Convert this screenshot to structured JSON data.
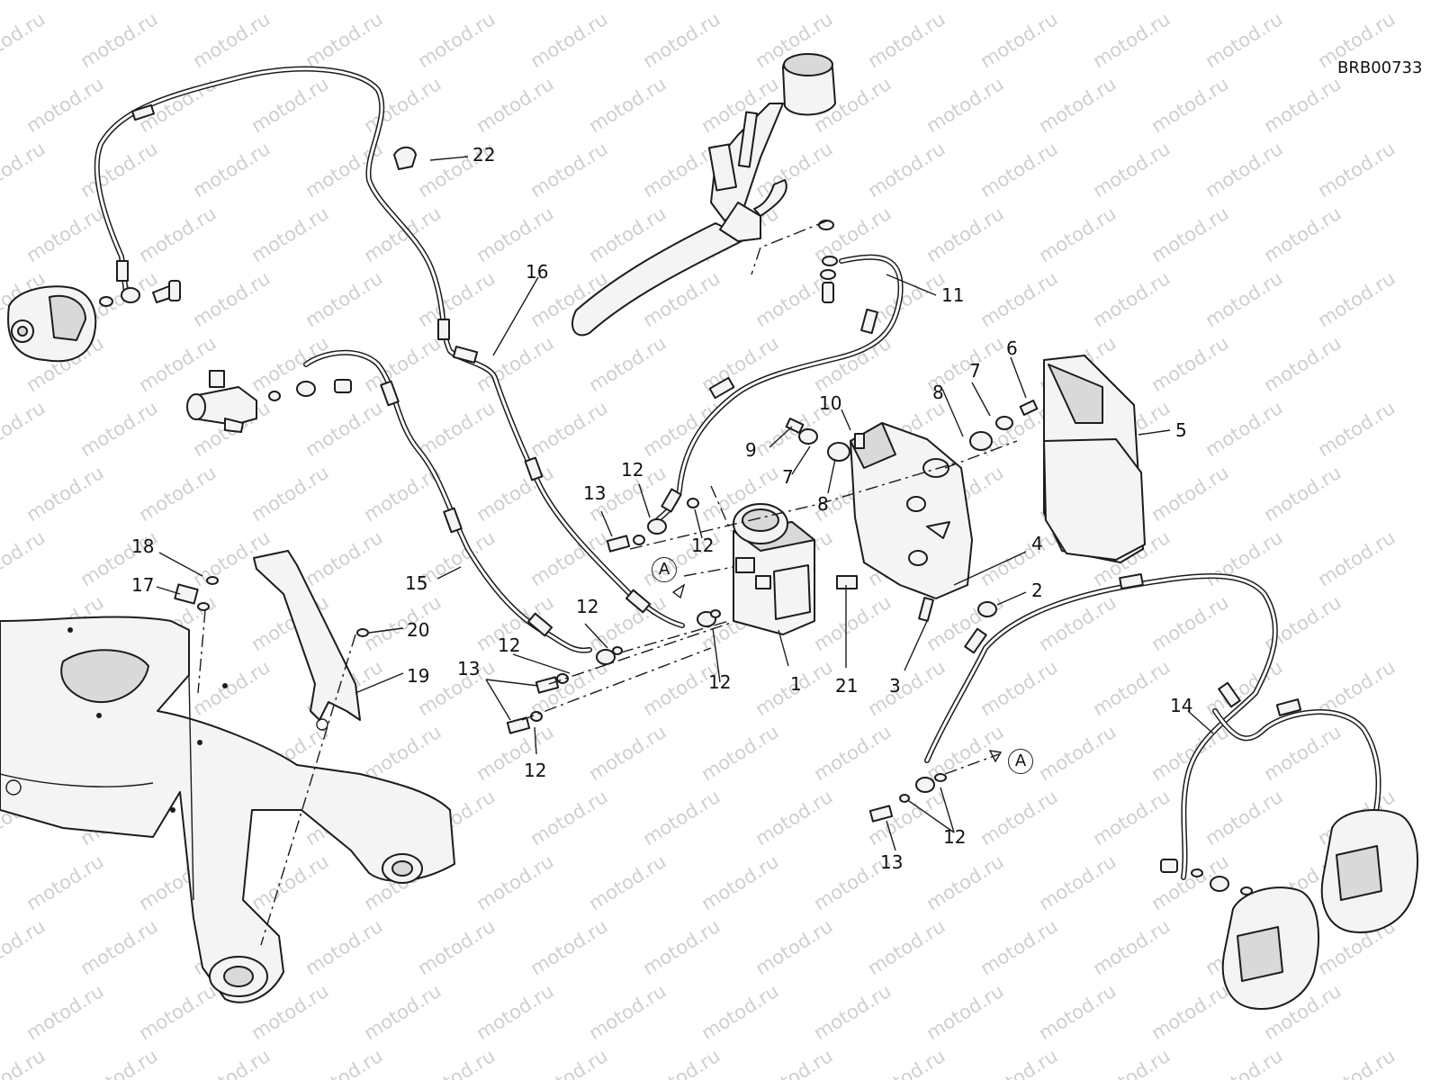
{
  "drawing_code": "BRB00733",
  "watermark_text": "motod.ru",
  "callouts": [
    {
      "id": "c1",
      "label": "1"
    },
    {
      "id": "c2",
      "label": "2"
    },
    {
      "id": "c3",
      "label": "3"
    },
    {
      "id": "c4",
      "label": "4"
    },
    {
      "id": "c5",
      "label": "5"
    },
    {
      "id": "c6",
      "label": "6"
    },
    {
      "id": "c7a",
      "label": "7"
    },
    {
      "id": "c7b",
      "label": "7"
    },
    {
      "id": "c8a",
      "label": "8"
    },
    {
      "id": "c8b",
      "label": "8"
    },
    {
      "id": "c9",
      "label": "9"
    },
    {
      "id": "c10",
      "label": "10"
    },
    {
      "id": "c11",
      "label": "11"
    },
    {
      "id": "c12a",
      "label": "12"
    },
    {
      "id": "c12b",
      "label": "12"
    },
    {
      "id": "c12c",
      "label": "12"
    },
    {
      "id": "c12d",
      "label": "12"
    },
    {
      "id": "c12e",
      "label": "12"
    },
    {
      "id": "c12f",
      "label": "12"
    },
    {
      "id": "c12g",
      "label": "12"
    },
    {
      "id": "c13a",
      "label": "13"
    },
    {
      "id": "c13b",
      "label": "13"
    },
    {
      "id": "c13c",
      "label": "13"
    },
    {
      "id": "c14",
      "label": "14"
    },
    {
      "id": "c15",
      "label": "15"
    },
    {
      "id": "c16",
      "label": "16"
    },
    {
      "id": "c17",
      "label": "17"
    },
    {
      "id": "c18",
      "label": "18"
    },
    {
      "id": "c19",
      "label": "19"
    },
    {
      "id": "c20",
      "label": "20"
    },
    {
      "id": "c21",
      "label": "21"
    },
    {
      "id": "c22",
      "label": "22"
    }
  ],
  "connection_markers": [
    {
      "id": "mA1",
      "label": "A"
    },
    {
      "id": "mA2",
      "label": "A"
    }
  ]
}
